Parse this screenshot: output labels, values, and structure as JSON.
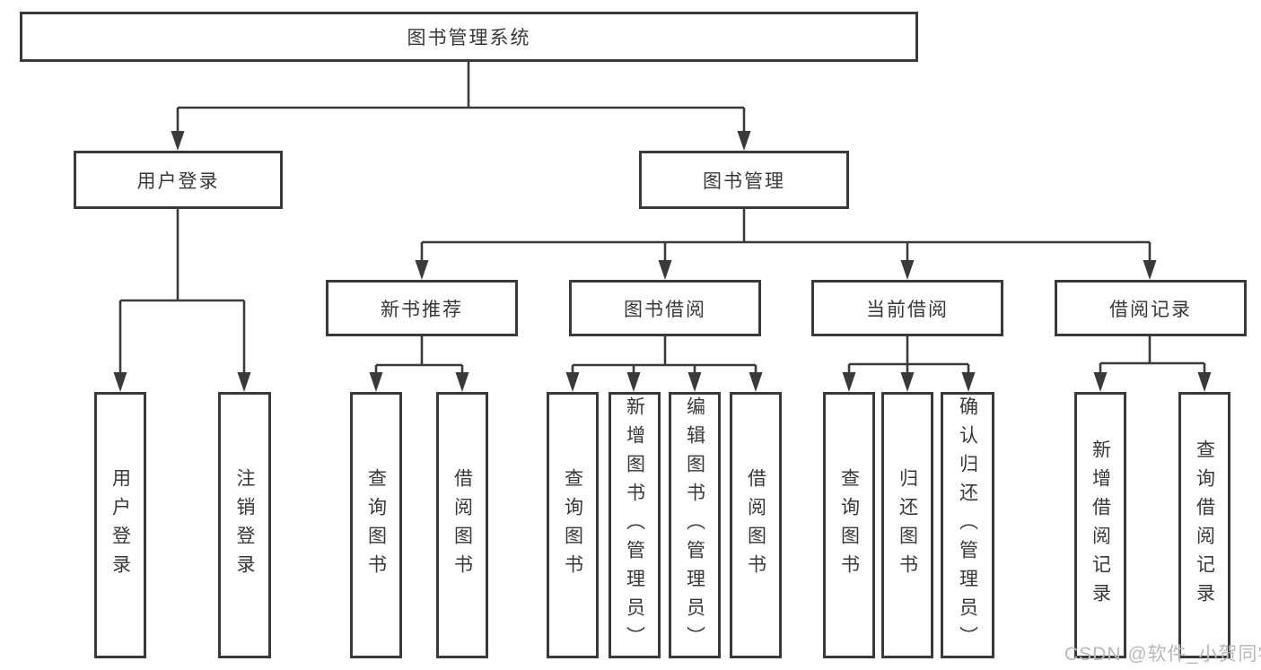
{
  "title": "图书管理系统",
  "watermark": "CSDN @软件_小贺同学",
  "colors": {
    "background": "#ffffff",
    "box_border": "#3a3a3a",
    "line": "#3a3a3a",
    "text": "#383838",
    "watermark": "#b9b9b9"
  },
  "tree": {
    "root": {
      "label": "图书管理系统"
    },
    "branches": [
      {
        "label": "用户登录",
        "children": [
          "用户登录",
          "注销登录"
        ]
      },
      {
        "label": "图书管理",
        "groups": [
          {
            "label": "新书推荐",
            "children": [
              "查询图书",
              "借阅图书"
            ]
          },
          {
            "label": "图书借阅",
            "children": [
              "查询图书",
              "新增图书（管理员）",
              "编辑图书（管理员）",
              "借阅图书"
            ]
          },
          {
            "label": "当前借阅",
            "children": [
              "查询图书",
              "归还图书",
              "确认归还（管理员）"
            ]
          },
          {
            "label": "借阅记录",
            "children": [
              "新增借阅记录",
              "查询借阅记录"
            ]
          }
        ]
      }
    ]
  }
}
